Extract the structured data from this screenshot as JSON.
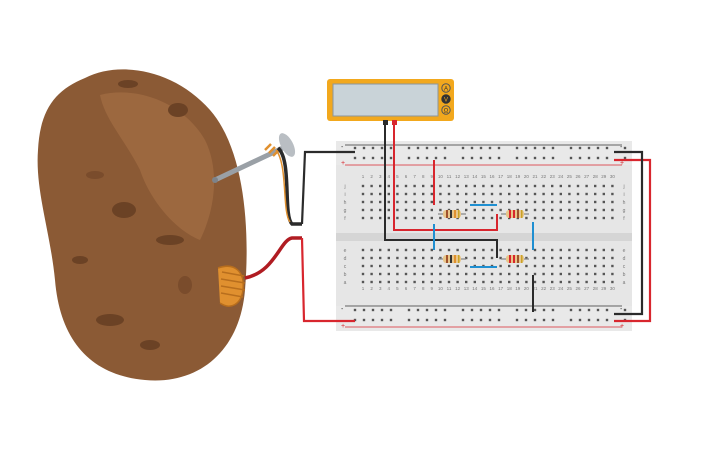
{
  "multimeter": {
    "mode_labels": [
      "A",
      "V",
      "Ω"
    ],
    "selected_mode": "V",
    "display_value": ""
  },
  "breadboard": {
    "column_numbers": [
      "1",
      "2",
      "3",
      "4",
      "5",
      "6",
      "7",
      "8",
      "9",
      "10",
      "11",
      "12",
      "13",
      "14",
      "15",
      "16",
      "17",
      "18",
      "19",
      "20",
      "21",
      "22",
      "23",
      "24",
      "25",
      "26",
      "27",
      "28",
      "29",
      "30"
    ],
    "row_letters_top": [
      "j",
      "i",
      "h",
      "g",
      "f"
    ],
    "row_letters_bottom": [
      "e",
      "d",
      "c",
      "b",
      "a"
    ],
    "rail_plus": "+",
    "rail_minus": "-"
  },
  "colors": {
    "potato_body": "#8b5a35",
    "potato_light": "#a46e45",
    "potato_dark": "#6b4225",
    "nail_zinc": "#9aa0a6",
    "copper_coil": "#e0902f",
    "wire_red": "#d8262e",
    "wire_black": "#2b2b2b",
    "wire_blue": "#1f8fd1",
    "multimeter_case": "#f2a81d",
    "multimeter_screen": "#c9d3d8",
    "board": "#e6e6e6"
  },
  "components": {
    "resistors": 4,
    "jumpers_blue": 4
  }
}
